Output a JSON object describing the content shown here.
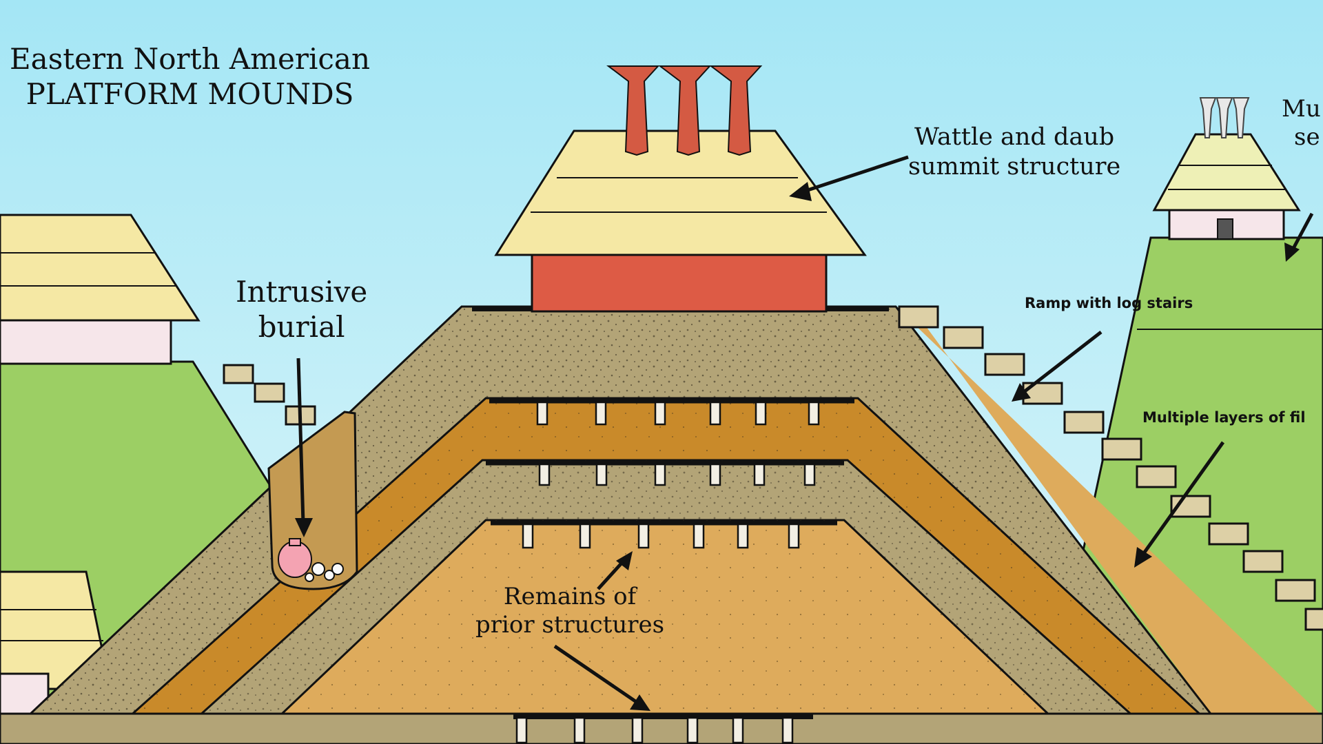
{
  "title": {
    "line1": "Eastern North American",
    "line2": "PLATFORM MOUNDS"
  },
  "labels": {
    "intrusive_burial": {
      "line1": "Intrusive",
      "line2": "burial"
    },
    "wattle_daub": {
      "line1": "Wattle and daub",
      "line2": "summit structure"
    },
    "remains": {
      "line1": "Remains of",
      "line2": "prior structures"
    },
    "ramp": "Ramp with log stairs",
    "multiple_layers": "Multiple layers of fil",
    "cut_right_top": {
      "line1": "Mu",
      "line2": "se"
    }
  },
  "colors": {
    "sky": "#a4e6f5",
    "outer_fill": "#b3a477",
    "orange_band": "#c98a2a",
    "core_fill": "#deab5c",
    "thatch": "#f5e8a4",
    "house_wall": "#dd5b45",
    "finial": "#d45a43",
    "green_mound": "#9ccf64",
    "stair_block": "#ddd0a6",
    "ground": "#b3a477",
    "burial_pit": "#c49a52"
  }
}
